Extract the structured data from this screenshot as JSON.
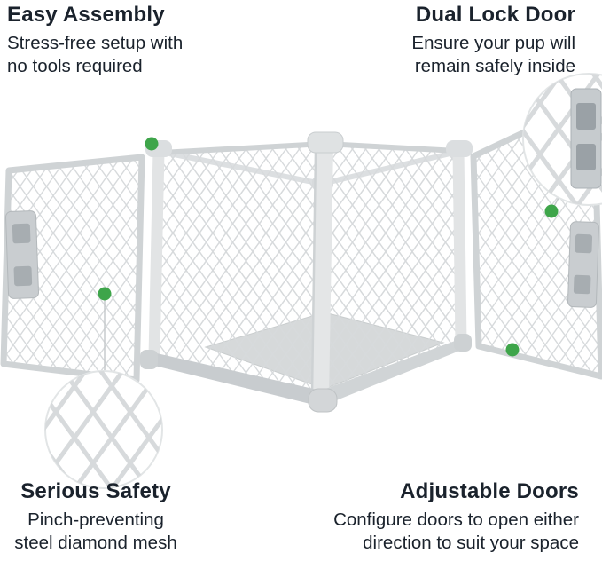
{
  "page": {
    "background": "#ffffff"
  },
  "colors": {
    "text_color": "#1a222c",
    "accent_green": "#3ea54a",
    "mesh_gray": "#d7dadc",
    "frame_gray": "#cfd3d5"
  },
  "features": {
    "easy_assembly": {
      "title": "Easy Assembly",
      "lines": {
        "l1": "Stress-free setup with",
        "l2": "no tools required"
      }
    },
    "dual_lock_door": {
      "title": "Dual Lock Door",
      "lines": {
        "l1": "Ensure your pup will",
        "l2": "remain safely inside"
      }
    },
    "serious_safety": {
      "title": "Serious Safety",
      "lines": {
        "l1": "Pinch-preventing",
        "l2": "steel diamond mesh"
      }
    },
    "adjustable_doors": {
      "title": "Adjustable Doors",
      "lines": {
        "l1": "Configure doors to open either",
        "l2": "direction to suit your space"
      }
    }
  }
}
